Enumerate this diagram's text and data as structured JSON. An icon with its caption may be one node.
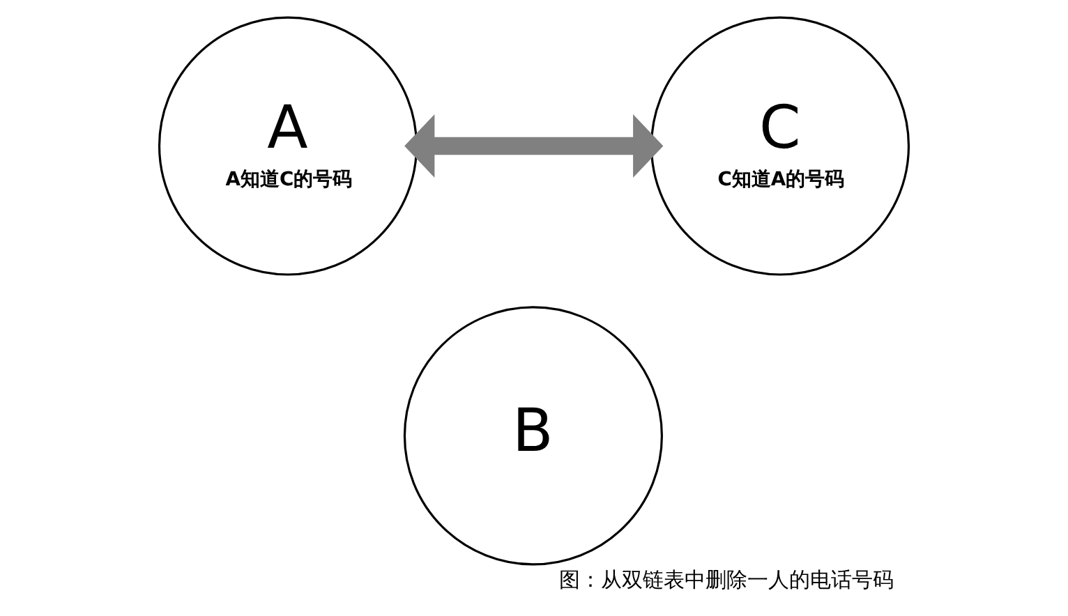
{
  "diagram": {
    "caption": "图：从双链表中删除一人的电话号码",
    "nodes": [
      {
        "text": [
          "A",
          "A知道C的号码"
        ]
      },
      {
        "text": [
          "C",
          "C知道A的号码"
        ]
      },
      {
        "text": [
          "B"
        ]
      }
    ],
    "edges": [
      {
        "from": 0,
        "to": 1,
        "arrow": "both",
        "color": "#808080"
      }
    ]
  }
}
